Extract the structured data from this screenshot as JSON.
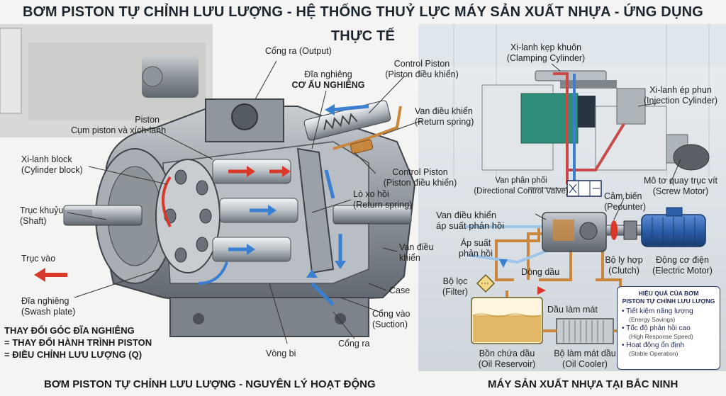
{
  "title": "BƠM PISTON TỰ CHỈNH LƯU LƯỢNG - HỆ THỐNG THUỶ LỰC MÁY SẢN XUẤT NHỰA - ỨNG DỤNG THỰC TẾ",
  "left": {
    "output": "Cổng ra (Output)",
    "swash_top": [
      "Đĩa nghiêng",
      "CƠ ẤU NGHIÊNG"
    ],
    "control_piston_top": [
      "Control Piston",
      "(Piston điều khiển)"
    ],
    "piston": [
      "Piston",
      "Cụm piston và xích-lanh"
    ],
    "control_valve_top": [
      "Van điều khiển",
      "(Return spring)"
    ],
    "cylinder_block": [
      "Xi-lanh block",
      "(Cylinder block)"
    ],
    "control_piston_mid": [
      "Control Piston",
      "(Piston điều khiển)"
    ],
    "return_spring": [
      "Lò xo hồi",
      "(Return spring)"
    ],
    "crankshaft": [
      "Trục khuỷu",
      "(Shaft)"
    ],
    "shaft_in": "Trục vào",
    "control_valve_right": [
      "Van điều",
      "khiển"
    ],
    "swash_plate": [
      "Đĩa nghiêng",
      "(Swash plate)"
    ],
    "case": "Case",
    "suction": [
      "Cổng vào",
      "(Suction)"
    ],
    "output_bottom": "Cổng ra",
    "bearing": "Vòng bi",
    "note": [
      "THAY ĐỔI GÓC ĐĨA NGHIÊNG",
      "= THAY ĐỔI HÀNH TRÌNH PISTON",
      "= ĐIỀU CHỈNH LƯU LƯỢNG (Q)"
    ],
    "footer": "BƠM PISTON TỰ CHỈNH LƯU LƯỢNG - NGUYÊN LÝ HOẠT ĐỘNG"
  },
  "right": {
    "clamping": [
      "Xi-lanh kẹp khuôn",
      "(Clamping Cylinder)"
    ],
    "injection": [
      "Xi-lanh ép phun",
      "(Injection Cylinder)"
    ],
    "dcv": [
      "Van phân phối",
      "(Directional Control Valve)"
    ],
    "sensor": [
      "Cảm biến",
      "(Peounter)"
    ],
    "screw_motor": [
      "Mô tơ quay trục vít",
      "(Screw Motor)"
    ],
    "feedback_valve": [
      "Van điều khiển",
      "áp suất phản hồi"
    ],
    "feedback_pressure": [
      "Áp suất",
      "phản hồi"
    ],
    "oil_flow": "Dòng dầu",
    "clutch": [
      "Bộ ly hợp",
      "(Clutch)"
    ],
    "motor": [
      "Động cơ điện",
      "(Electric Motor)"
    ],
    "filter": [
      "Bộ lọc",
      "(Filter)"
    ],
    "cooling_oil": "Dầu làm mát",
    "reservoir": [
      "Bồn chứa dầu",
      "(Oil Reservoir)"
    ],
    "cooler": [
      "Bộ làm mát dầu",
      "(Oil Cooler)"
    ],
    "footer": "MÁY SẢN XUẤT NHỰA TẠI BẮC NINH",
    "benefits": {
      "title": [
        "HIỆU QUẢ CỦA BƠM",
        "PISTON TỰ CHỈNH LƯU LƯỢNG"
      ],
      "items": [
        {
          "main": "Tiết kiệm năng lượng",
          "sub": "(Energy Savings)"
        },
        {
          "main": "Tốc độ phản hồi cao",
          "sub": "(High Response Speed)"
        },
        {
          "main": "Hoạt động ổn định",
          "sub": "(Stable Operation)"
        }
      ]
    }
  },
  "colors": {
    "steel": "#9aa1a8",
    "dark_steel": "#5d646c",
    "oil": "#d9a86a",
    "flow_blue": "#3b7fd1",
    "flow_red": "#d8392b",
    "machine_green": "#2f8f7a",
    "motor_blue": "#2b5fa8"
  }
}
